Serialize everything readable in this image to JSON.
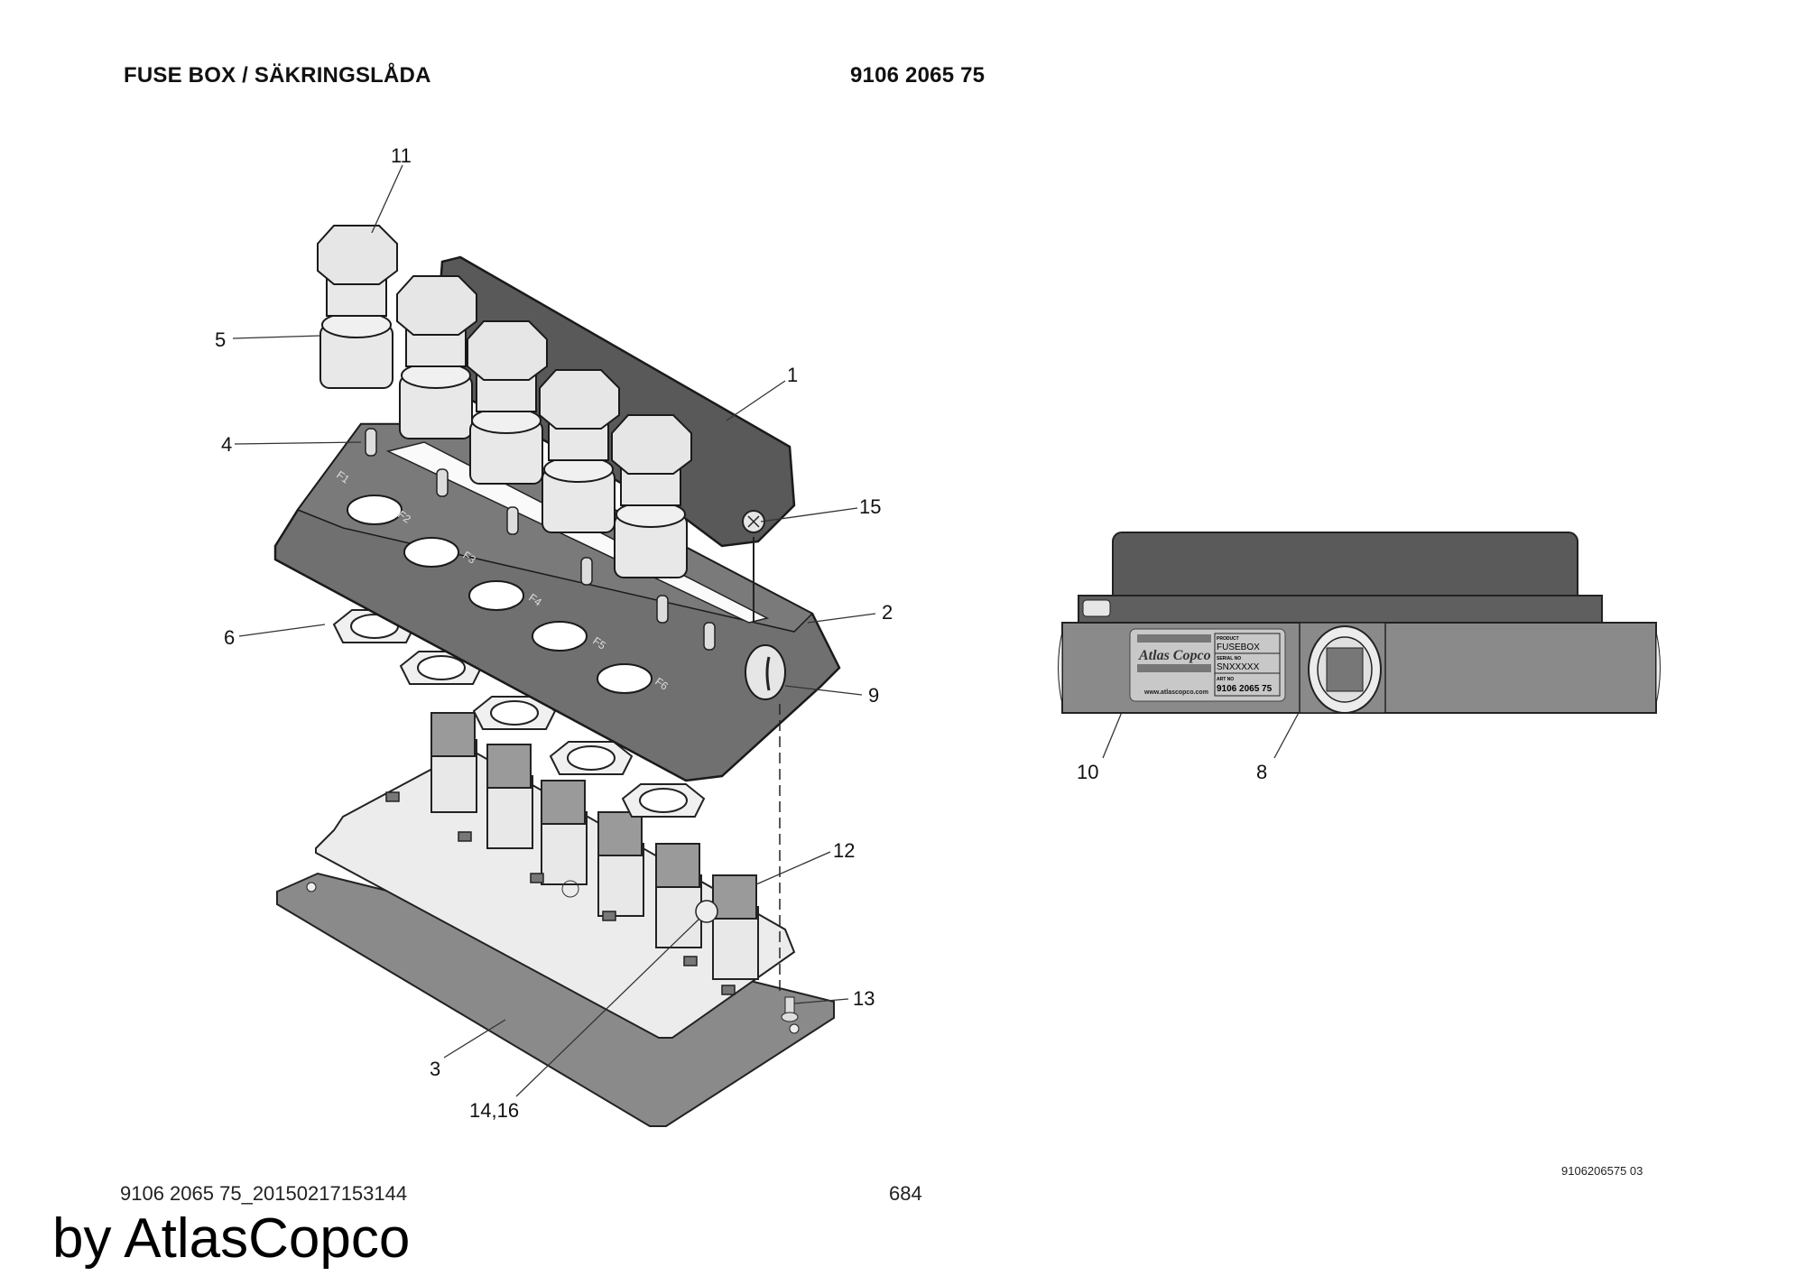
{
  "header": {
    "title": "FUSE BOX / SÄKRINGSLÅDA",
    "part_number": "9106 2065 75"
  },
  "exploded_view": {
    "callouts": [
      {
        "id": "1"
      },
      {
        "id": "2"
      },
      {
        "id": "3"
      },
      {
        "id": "4"
      },
      {
        "id": "5"
      },
      {
        "id": "6"
      },
      {
        "id": "9"
      },
      {
        "id": "11"
      },
      {
        "id": "12"
      },
      {
        "id": "13"
      },
      {
        "id": "14,16"
      },
      {
        "id": "15"
      }
    ],
    "fuse_labels": [
      "F1",
      "F2",
      "F3",
      "F4",
      "F5",
      "F6"
    ]
  },
  "front_view": {
    "callouts": [
      {
        "id": "10"
      },
      {
        "id": "8"
      }
    ],
    "label_plate": {
      "brand": "Atlas Copco",
      "website": "www.atlascopco.com",
      "product_caption": "PRODUCT",
      "product_value": "FUSEBOX",
      "serial_caption": "SERIAL NO",
      "serial_value": "SNXXXXX",
      "art_caption": "ART NO",
      "art_value": "9106 2065 75"
    }
  },
  "footer": {
    "document_id": "9106 2065 75_20150217153144",
    "page_number": "684",
    "drawing_ref": "9106206575 03",
    "watermark": "by AtlasCopco"
  },
  "colors": {
    "cover_dark": "#5a5a5a",
    "body_mid": "#737373",
    "plate_gray": "#8a8a8a",
    "light_part": "#e6e6e6",
    "pcb": "#ececec"
  }
}
